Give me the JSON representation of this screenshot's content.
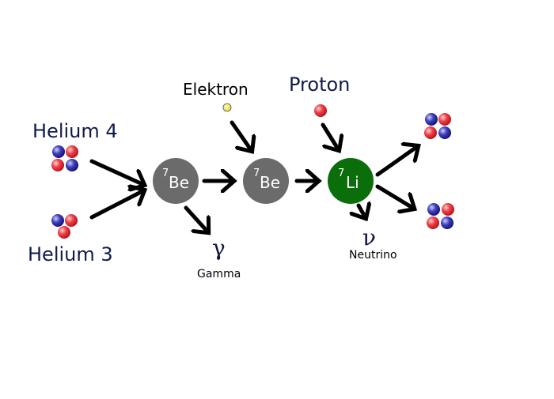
{
  "labels": {
    "helium4": "Helium 4",
    "helium3": "Helium 3",
    "elektron": "Elektron",
    "proton": "Proton",
    "gamma_symbol": "γ",
    "gamma": "Gamma",
    "neutrino_symbol": "ν",
    "neutrino": "Neutrino"
  },
  "nuclei": {
    "be7_first": {
      "mass": "7",
      "symbol": "Be",
      "color": "#6b6b6b"
    },
    "be7_second": {
      "mass": "7",
      "symbol": "Be",
      "color": "#6b6b6b"
    },
    "li7": {
      "mass": "7",
      "symbol": "Li",
      "color": "#0a6e0a"
    }
  },
  "colors": {
    "proton": "#e8303a",
    "neutron": "#3030b0",
    "electron": "#f0e030",
    "arrow": "#000000"
  }
}
